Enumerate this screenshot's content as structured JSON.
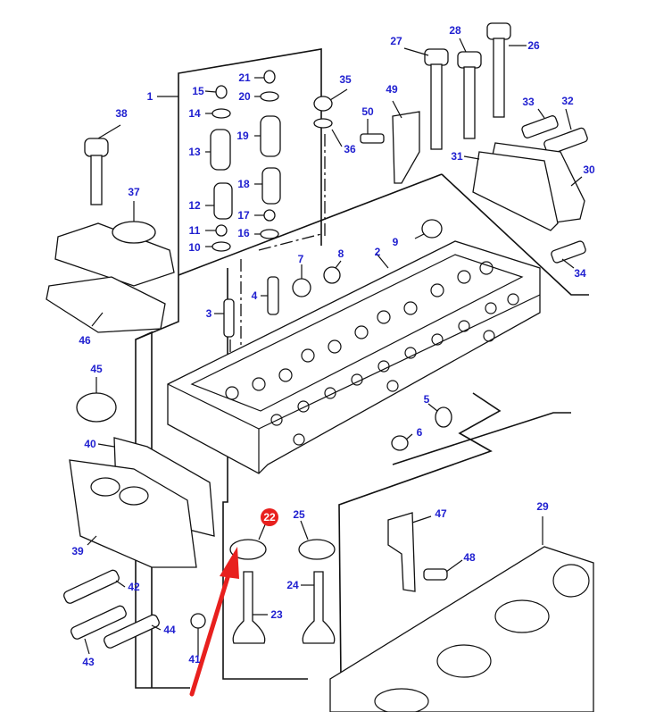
{
  "diagram": {
    "title": "Cylinder head exploded parts diagram",
    "label_color": "#2020d0",
    "highlight_color": "#e8201e",
    "highlighted_part": "22",
    "labels": [
      {
        "id": "1",
        "text": "1"
      },
      {
        "id": "2",
        "text": "2"
      },
      {
        "id": "3",
        "text": "3"
      },
      {
        "id": "4",
        "text": "4"
      },
      {
        "id": "5",
        "text": "5"
      },
      {
        "id": "6",
        "text": "6"
      },
      {
        "id": "7",
        "text": "7"
      },
      {
        "id": "8",
        "text": "8"
      },
      {
        "id": "9",
        "text": "9"
      },
      {
        "id": "10",
        "text": "10"
      },
      {
        "id": "11",
        "text": "11"
      },
      {
        "id": "12",
        "text": "12"
      },
      {
        "id": "13",
        "text": "13"
      },
      {
        "id": "14",
        "text": "14"
      },
      {
        "id": "15",
        "text": "15"
      },
      {
        "id": "16",
        "text": "16"
      },
      {
        "id": "17",
        "text": "17"
      },
      {
        "id": "18",
        "text": "18"
      },
      {
        "id": "19",
        "text": "19"
      },
      {
        "id": "20",
        "text": "20"
      },
      {
        "id": "21",
        "text": "21"
      },
      {
        "id": "22",
        "text": "22"
      },
      {
        "id": "23",
        "text": "23"
      },
      {
        "id": "24",
        "text": "24"
      },
      {
        "id": "25",
        "text": "25"
      },
      {
        "id": "26",
        "text": "26"
      },
      {
        "id": "27",
        "text": "27"
      },
      {
        "id": "28",
        "text": "28"
      },
      {
        "id": "29",
        "text": "29"
      },
      {
        "id": "30",
        "text": "30"
      },
      {
        "id": "31",
        "text": "31"
      },
      {
        "id": "32",
        "text": "32"
      },
      {
        "id": "33",
        "text": "33"
      },
      {
        "id": "34",
        "text": "34"
      },
      {
        "id": "35",
        "text": "35"
      },
      {
        "id": "36",
        "text": "36"
      },
      {
        "id": "37",
        "text": "37"
      },
      {
        "id": "38",
        "text": "38"
      },
      {
        "id": "39",
        "text": "39"
      },
      {
        "id": "40",
        "text": "40"
      },
      {
        "id": "41",
        "text": "41"
      },
      {
        "id": "42",
        "text": "42"
      },
      {
        "id": "43",
        "text": "43"
      },
      {
        "id": "44",
        "text": "44"
      },
      {
        "id": "45",
        "text": "45"
      },
      {
        "id": "46",
        "text": "46"
      },
      {
        "id": "47",
        "text": "47"
      },
      {
        "id": "48",
        "text": "48"
      },
      {
        "id": "49",
        "text": "49"
      },
      {
        "id": "50",
        "text": "50"
      }
    ],
    "parts": {
      "1": "cylinder-head-assembly",
      "2": "cylinder-head",
      "3": "valve-guide",
      "4": "valve-guide",
      "5": "seal-ring",
      "6": "plug",
      "7": "plug",
      "8": "plug",
      "9": "plug",
      "10": "spring-seat",
      "11": "valve-stem-seal",
      "12": "inner-valve-spring",
      "13": "outer-valve-spring",
      "14": "spring-retainer",
      "15": "valve-cotter",
      "16": "spring-seat",
      "17": "valve-stem-seal",
      "18": "inner-valve-spring",
      "19": "outer-valve-spring",
      "20": "spring-retainer",
      "21": "valve-cotter",
      "22": "valve-seat-insert",
      "23": "intake-valve",
      "24": "exhaust-valve",
      "25": "valve-seat-insert",
      "26": "head-bolt",
      "27": "head-bolt",
      "28": "head-bolt",
      "29": "head-gasket",
      "30": "cover-plate",
      "31": "cover-gasket",
      "32": "bolt",
      "33": "bolt",
      "34": "bolt",
      "35": "plug",
      "36": "washer",
      "37": "water-outlet-housing",
      "38": "bolt",
      "39": "thermostat-housing",
      "40": "thermostat-gasket",
      "41": "plug",
      "42": "bolt",
      "43": "bolt",
      "44": "bolt",
      "45": "thermostat",
      "46": "outlet-gasket",
      "47": "lifting-bracket",
      "48": "bolt",
      "49": "lifting-bracket",
      "50": "bolt"
    }
  }
}
